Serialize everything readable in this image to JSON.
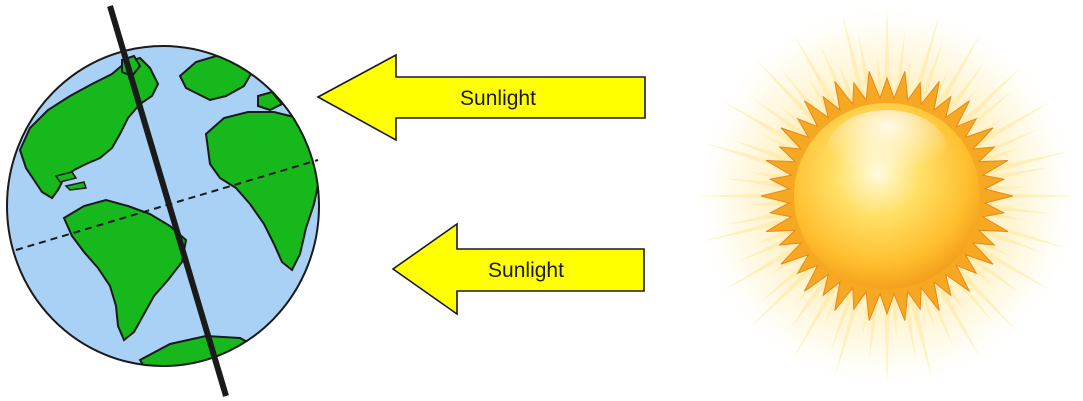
{
  "arrows": [
    {
      "label": "Sunlight"
    },
    {
      "label": "Sunlight"
    }
  ],
  "colors": {
    "ocean": "#a9d0f5",
    "land": "#16b81c",
    "outline": "#1a1a1a",
    "arrow_fill": "#ffff00",
    "sun_core": "#ffcf3a",
    "sun_rays": "#ffe79a"
  },
  "icons": {
    "earth": "earth-globe-icon",
    "sun": "sun-icon",
    "axis": "earth-axis-line",
    "equator": "equator-dashed-line"
  }
}
